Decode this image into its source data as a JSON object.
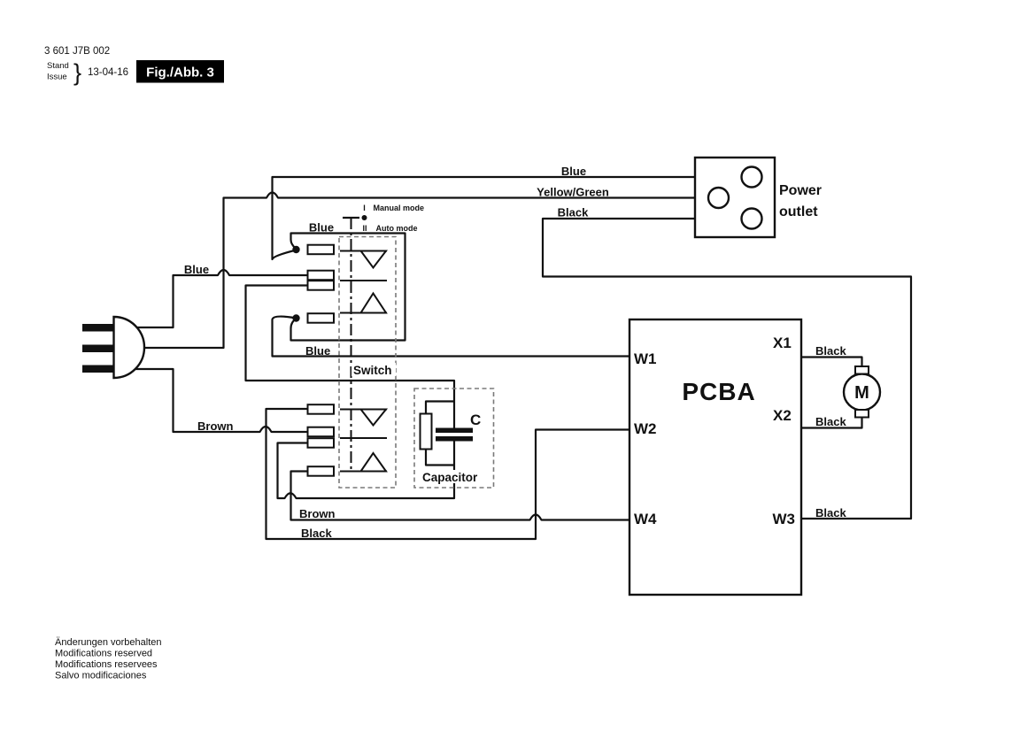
{
  "header": {
    "part_number": "3 601 J7B 002",
    "stand": "Stand",
    "issue": "Issue",
    "brace": "}",
    "date": "13-04-16",
    "figure": "Fig./Abb. 3"
  },
  "power_outlet": {
    "line1": "Power",
    "line2": "outlet"
  },
  "switch": {
    "label": "Switch",
    "mode1_numeral": "I",
    "mode1_label": "Manual mode",
    "mode2_numeral": "II",
    "mode2_label": "Auto mode"
  },
  "capacitor": {
    "label": "Capacitor",
    "symbol": "C"
  },
  "pcba": {
    "label": "PCBA",
    "w1": "W1",
    "w2": "W2",
    "w4": "W4",
    "x1": "X1",
    "x2": "X2",
    "w3": "W3"
  },
  "motor": {
    "label": "M"
  },
  "wire_labels": {
    "blue_outlet": "Blue",
    "yellow_green": "Yellow/Green",
    "black_outlet": "Black",
    "blue_plug": "Blue",
    "blue_terminal": "Blue",
    "blue_w1": "Blue",
    "brown_plug": "Brown",
    "brown_w4": "Brown",
    "black_w2": "Black",
    "black_x1": "Black",
    "black_x2": "Black",
    "black_w3": "Black"
  },
  "footer": {
    "line1": "Änderungen vorbehalten",
    "line2": "Modifications reserved",
    "line3": "Modifications reservees",
    "line4": "Salvo modificaciones"
  },
  "colors": {
    "line": "#111111",
    "dashed_box": "#7a7a7a",
    "background": "#ffffff"
  }
}
